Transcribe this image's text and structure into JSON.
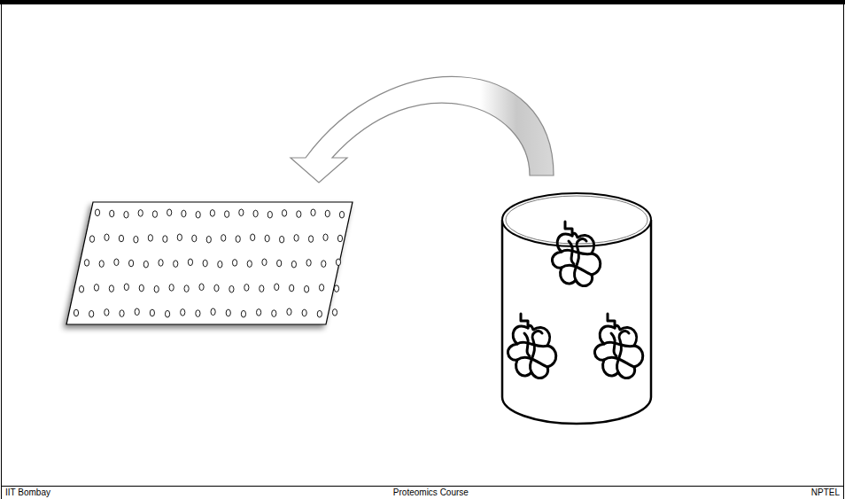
{
  "diagram": {
    "labels": [
      "IIT Bombay",
      "Proteomics Course",
      "NPTEL"
    ]
  }
}
